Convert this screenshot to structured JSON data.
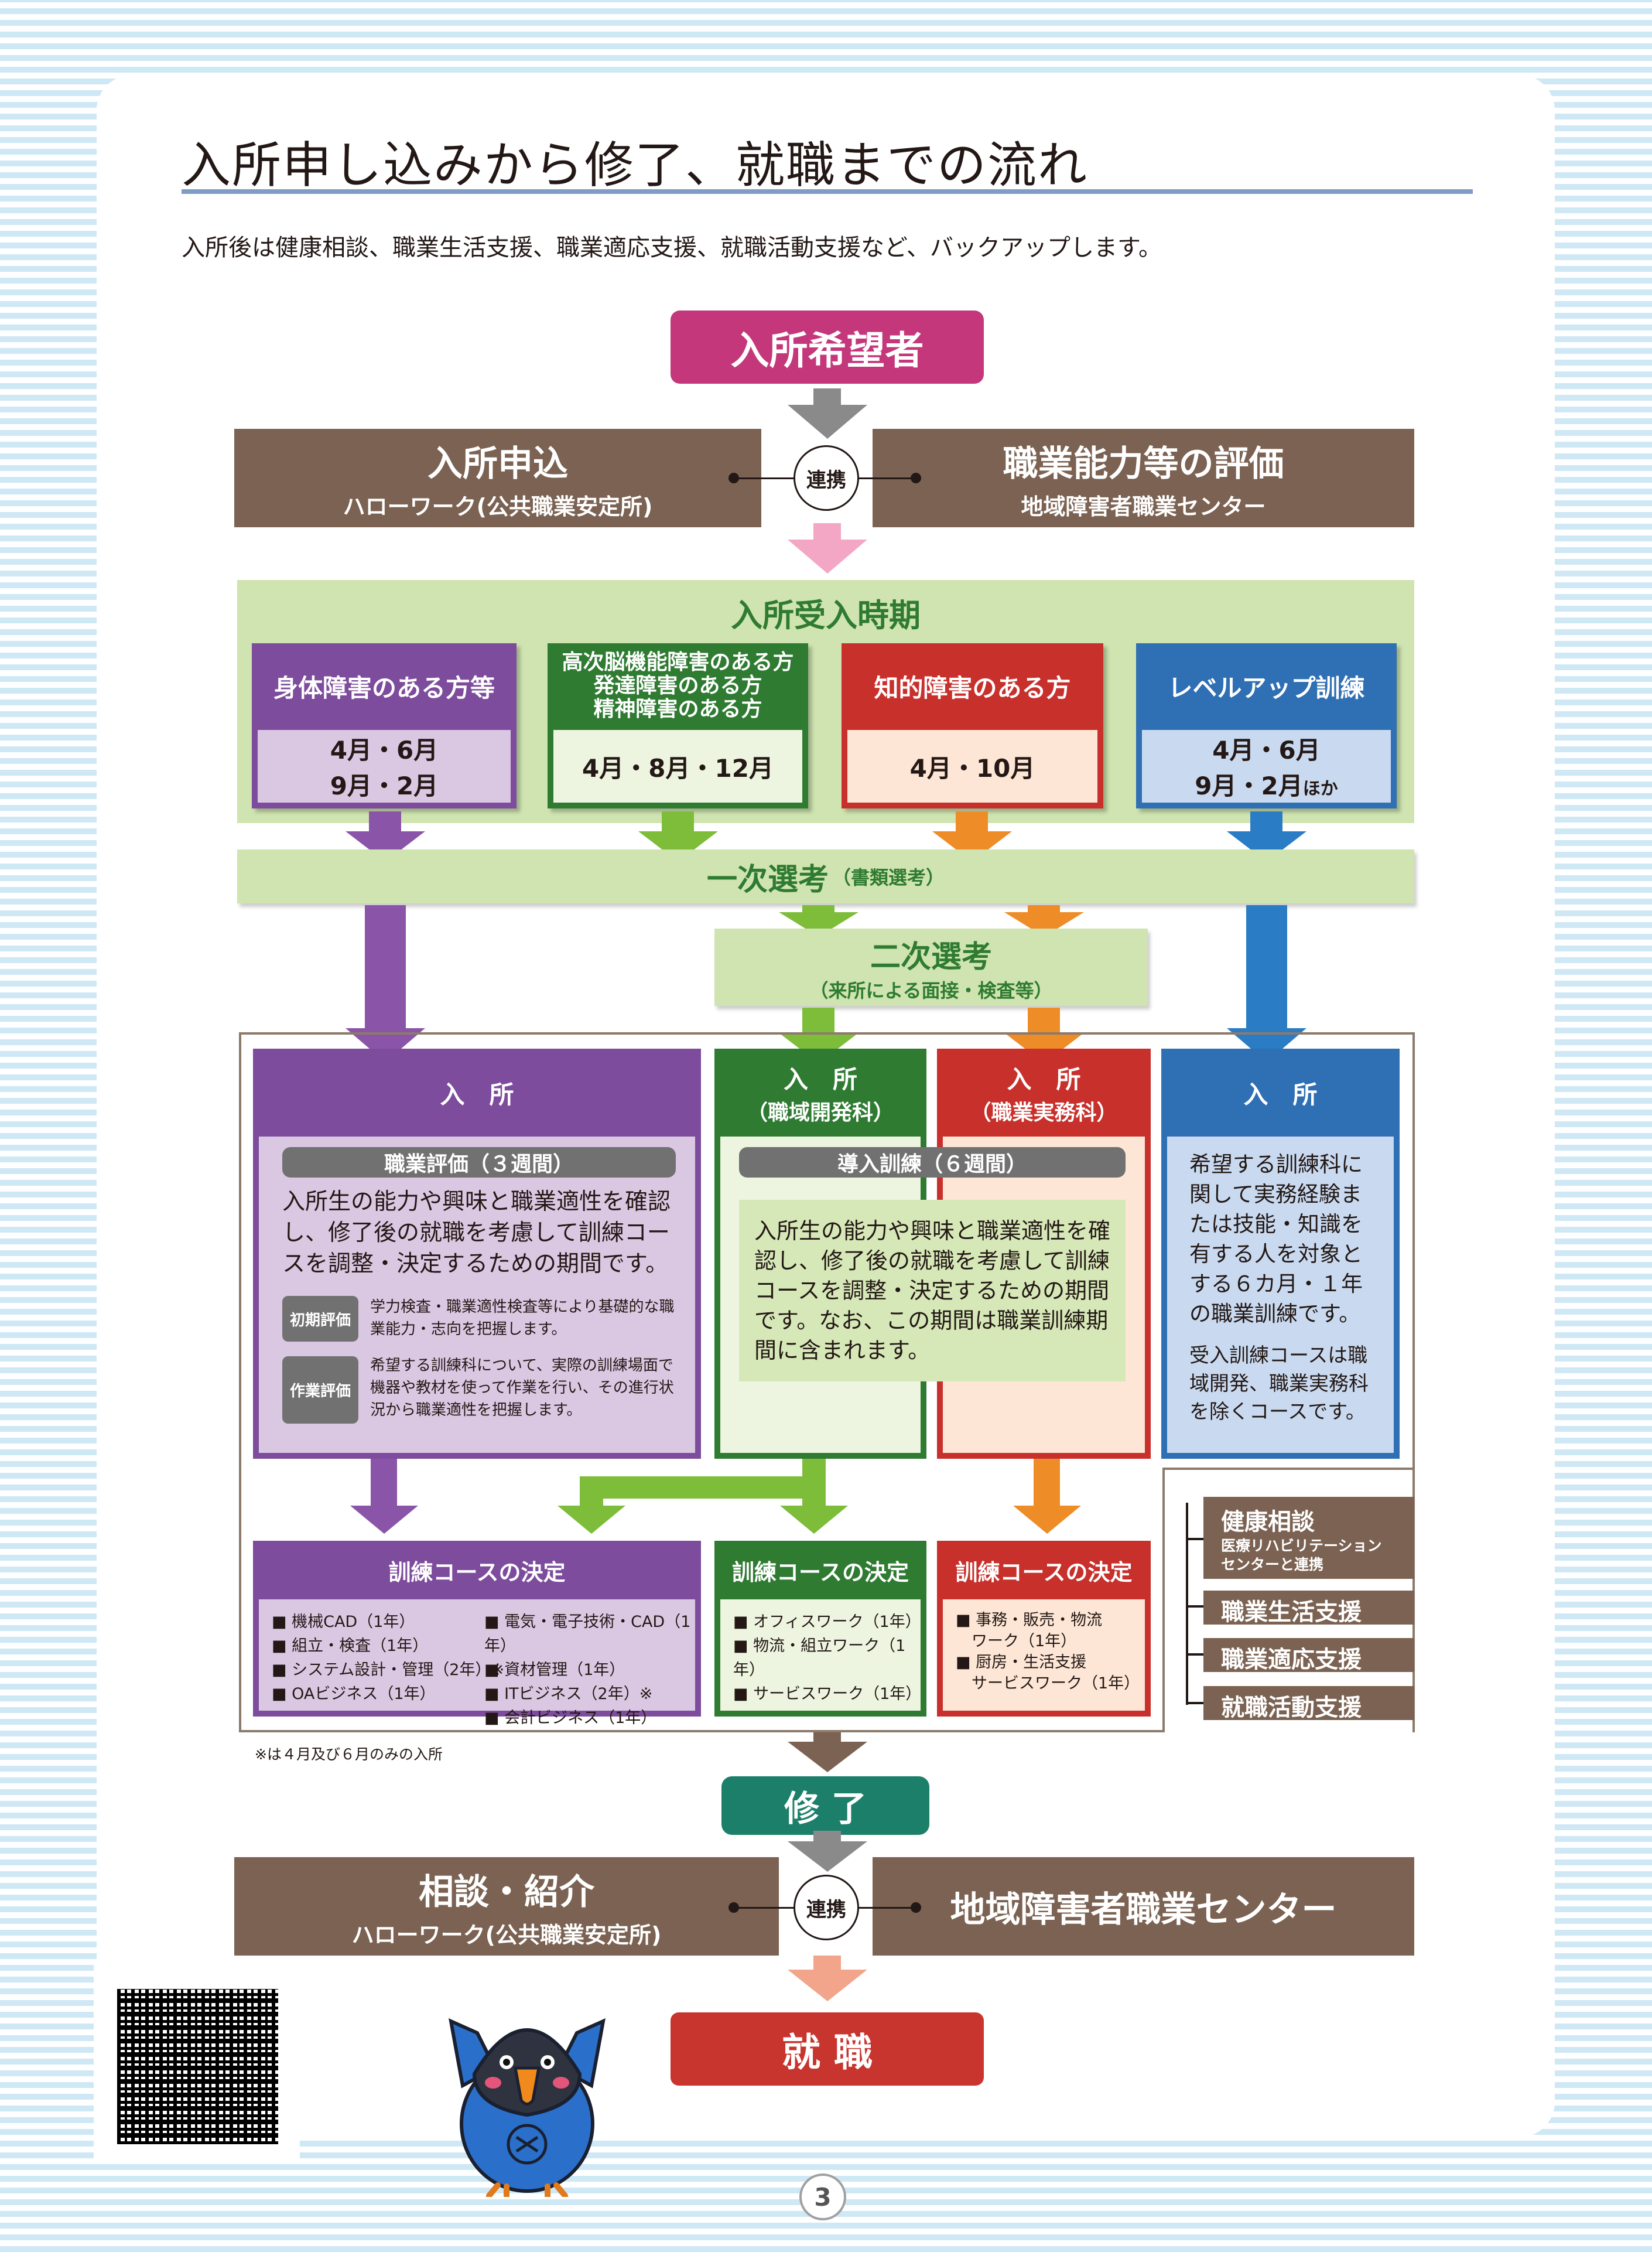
{
  "header": {
    "title": "入所申し込みから修了、就職までの流れ",
    "intro": "入所後は健康相談、職業生活支援、職業適応支援、就職活動支援など、バックアップします。"
  },
  "applicant": "入所希望者",
  "application": {
    "title": "入所申込",
    "sub": "ハローワーク(公共職業安定所)"
  },
  "renkei": "連携",
  "evaluation": {
    "title": "職業能力等の評価",
    "sub": "地域障害者職業センター"
  },
  "admission_period": {
    "title": "入所受入時期",
    "columns": [
      {
        "label": "身体障害のある方等",
        "months_1": "4月・6月",
        "months_2": "9月・2月",
        "header_color": "#7d4c9d",
        "body_color": "#dac8e3"
      },
      {
        "label_1": "高次脳機能障害のある方",
        "label_2": "発達障害のある方",
        "label_3": "精神障害のある方",
        "months": "4月・8月・12月",
        "header_color": "#2f7b32",
        "body_color": "#edf5e0"
      },
      {
        "label": "知的障害のある方",
        "months": "4月・10月",
        "header_color": "#c8302c",
        "body_color": "#fde6d5"
      },
      {
        "label": "レベルアップ訓練",
        "months_1": "4月・6月",
        "months_2": "9月・2月",
        "months_suffix": "ほか",
        "header_color": "#2f6fb3",
        "body_color": "#c9daf0"
      }
    ]
  },
  "screening_1": {
    "title": "一次選考",
    "sub": "（書類選考）"
  },
  "screening_2": {
    "title": "二次選考",
    "sub": "（来所による面接・検査等）"
  },
  "admission": {
    "purple": {
      "title": "入　所",
      "pill": "職業評価（３週間）",
      "text": "入所生の能力や興味と職業適性を確認し、修了後の就職を考慮して訓練コースを調整・決定するための期間です。",
      "items": [
        {
          "tag": "初期評価",
          "text": "学力検査・職業適性検査等により基礎的な職業能力・志向を把握します。"
        },
        {
          "tag": "作業評価",
          "text": "希望する訓練科について、実際の訓練場面で機器や教材を使って作業を行い、その進行状況から職業適性を把握します。"
        }
      ]
    },
    "green": {
      "title": "入　所",
      "sub": "（職域開発科）"
    },
    "red": {
      "title": "入　所",
      "sub": "（職業実務科）"
    },
    "shared": {
      "pill": "導入訓練（６週間）",
      "text": "入所生の能力や興味と職業適性を確認し、修了後の就職を考慮して訓練コースを調整・決定するための期間です。なお、この期間は職業訓練期間に含まれます。"
    },
    "blue": {
      "title": "入　所",
      "text_1": "希望する訓練科に関して実務経験または技能・知識を有する人を対象とする６カ月・１年の職業訓練です。",
      "text_2": "受入訓練コースは職域開発、職業実務科を除くコースです。"
    }
  },
  "courses": {
    "purple": {
      "title": "訓練コースの決定",
      "left": [
        "■ 機械CAD（1年）",
        "■ 組立・検査（1年）",
        "■ システム設計・管理（2年）※",
        "■ OAビジネス（1年）"
      ],
      "right": [
        "■ 電気・電子技術・CAD（1年）",
        "■ 資材管理（1年）",
        "■ ITビジネス（2年）※",
        "■ 会計ビジネス（1年）"
      ]
    },
    "green": {
      "title": "訓練コースの決定",
      "items": [
        "■ オフィスワーク（1年）",
        "■ 物流・組立ワーク（1年）",
        "■ サービスワーク（1年）"
      ]
    },
    "red": {
      "title": "訓練コースの決定",
      "items": [
        "■ 事務・販売・物流",
        "　ワーク（1年）",
        "■ 厨房・生活支援",
        "　サービスワーク（1年）"
      ]
    }
  },
  "support": {
    "items": [
      {
        "title": "健康相談",
        "sub_1": "医療リハビリテーション",
        "sub_2": "センターと連携"
      },
      {
        "title": "職業生活支援"
      },
      {
        "title": "職業適応支援"
      },
      {
        "title": "就職活動支援"
      }
    ]
  },
  "footnote": "※は４月及び６月のみの入所",
  "completion": "修 了",
  "consult": {
    "title": "相談・紹介",
    "sub": "ハローワーク(公共職業安定所)"
  },
  "center": "地域障害者職業センター",
  "employment": "就 職",
  "page_number": "3",
  "colors": {
    "magenta": "#c4387b",
    "brown": "#7b6252",
    "green_band": "#cfe4b0",
    "purple": "#7d4c9d",
    "green": "#2f7b32",
    "red": "#c8302c",
    "blue": "#2f6fb3",
    "teal": "#1b7f6a",
    "employ_red": "#c8342e"
  }
}
